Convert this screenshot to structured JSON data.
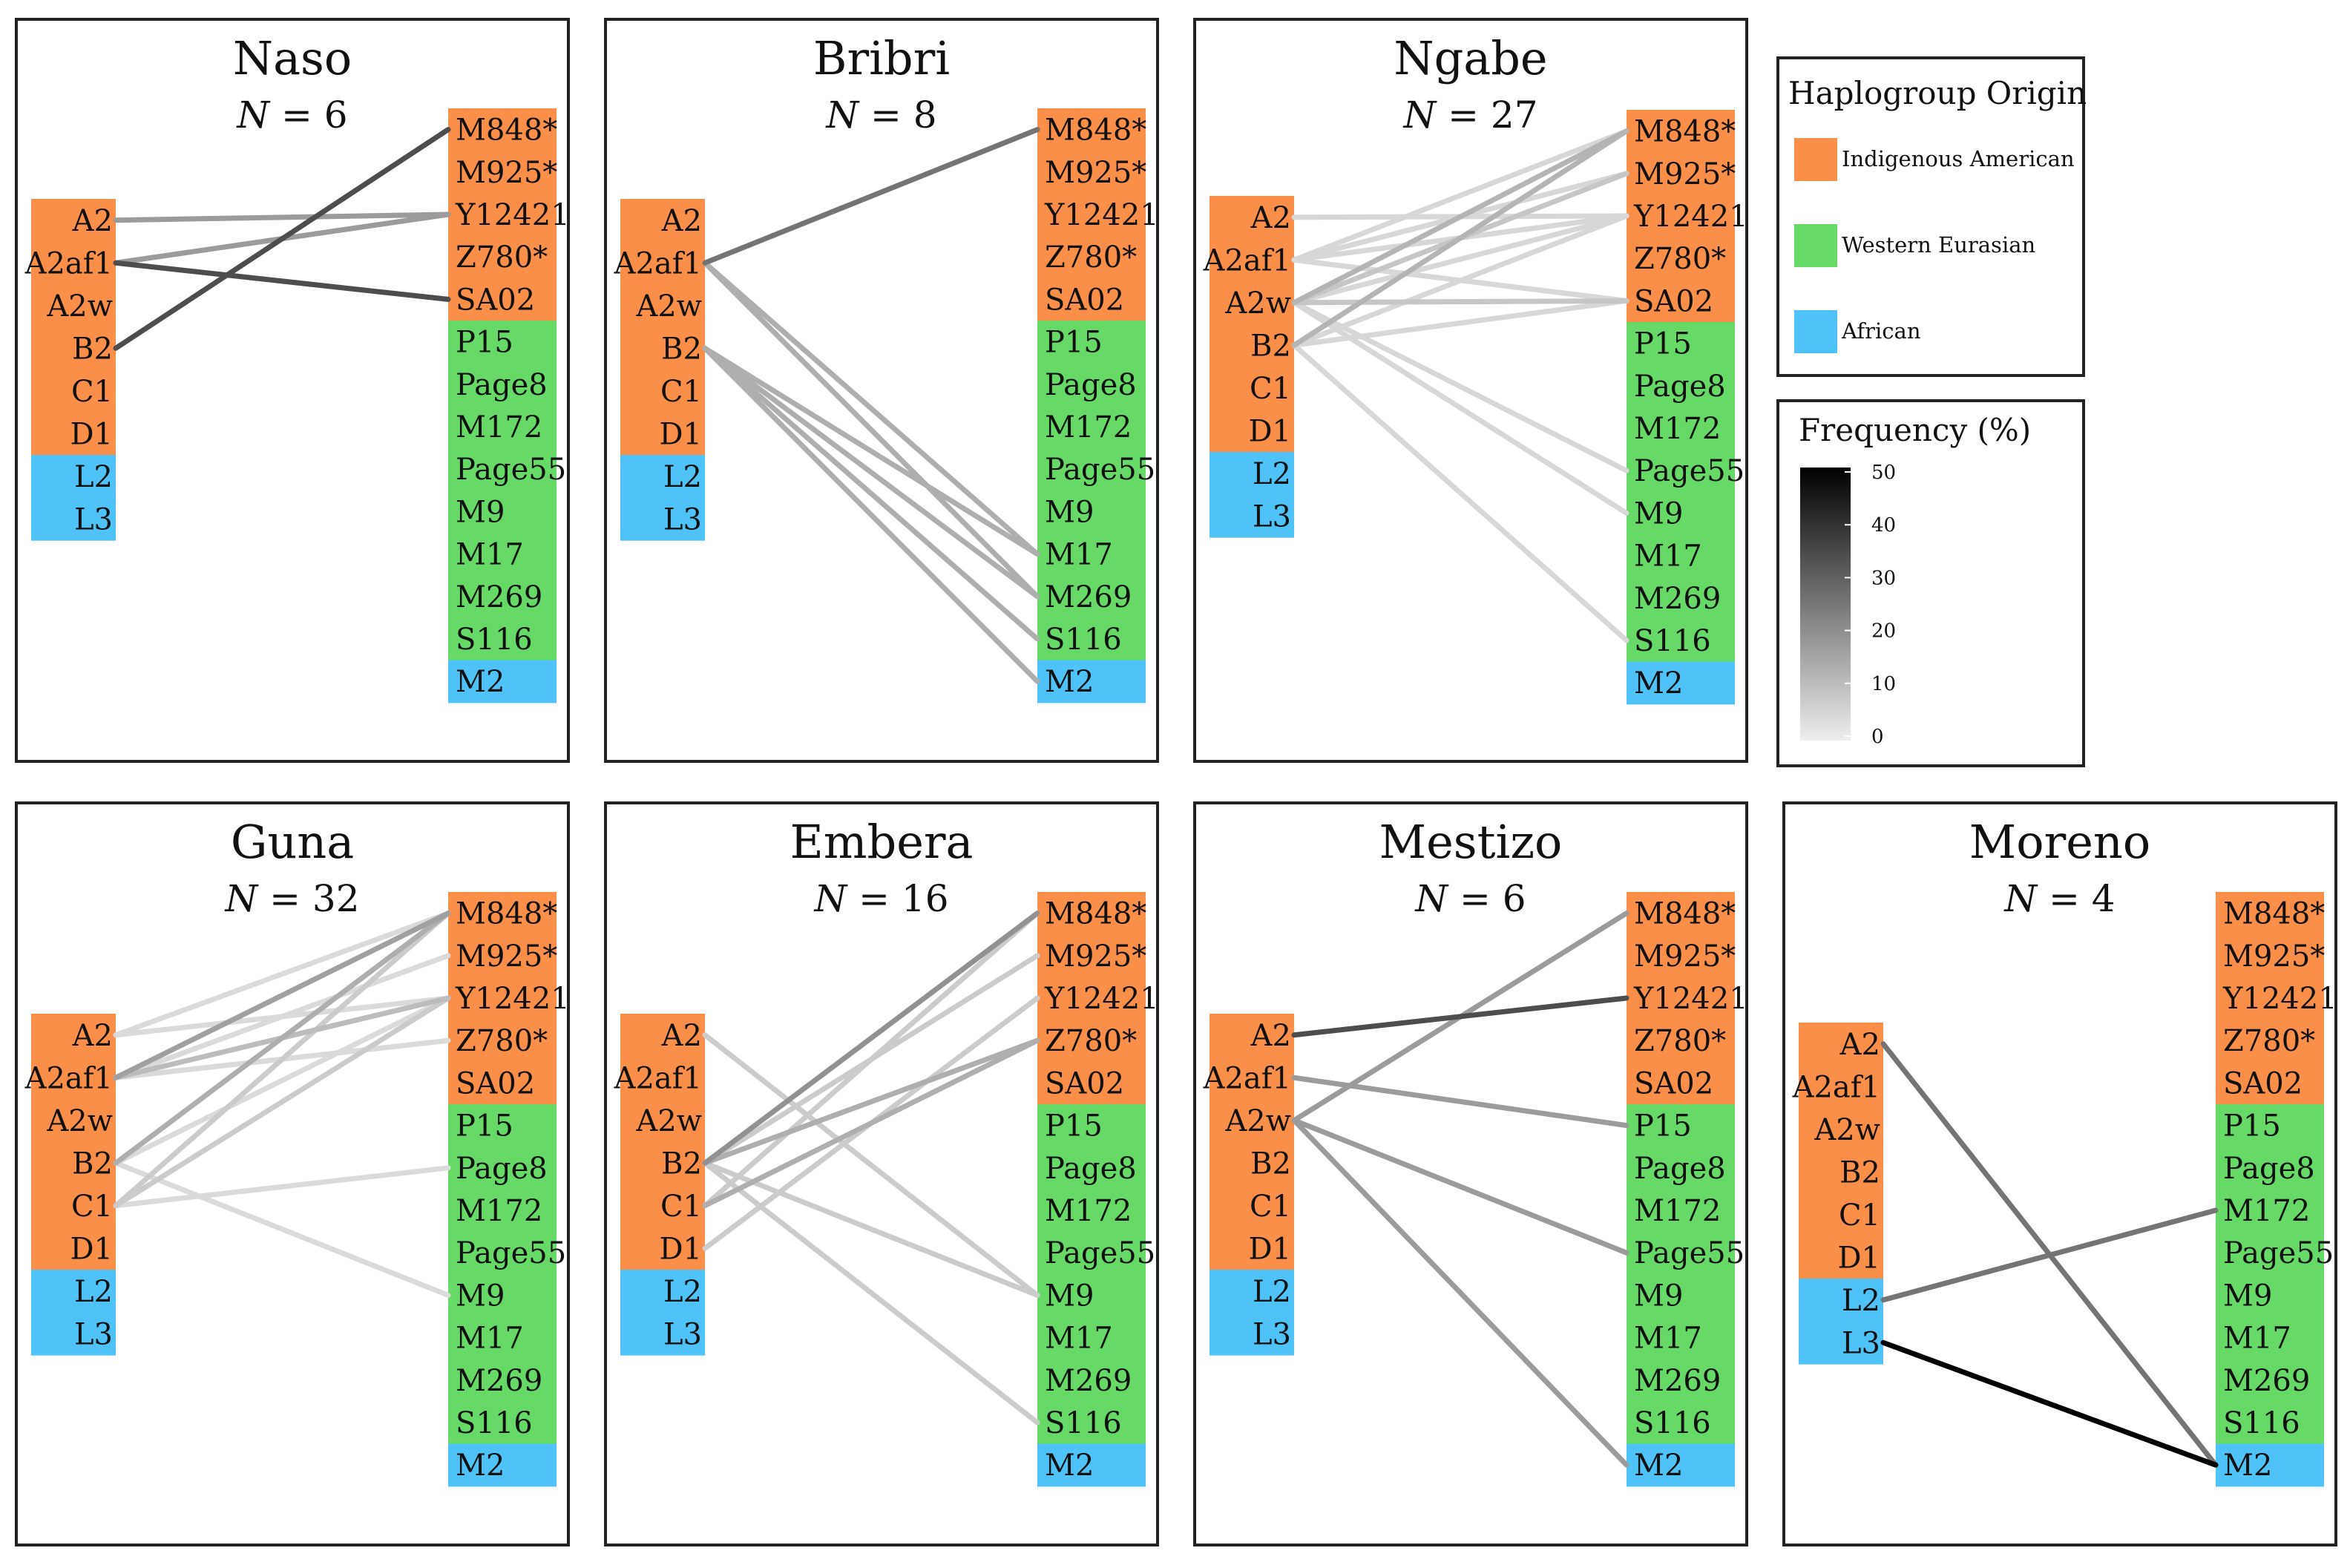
{
  "chart_data": {
    "type": "bipartite",
    "left_haplogroups": [
      {
        "name": "A2",
        "origin": "Indigenous American"
      },
      {
        "name": "A2af1",
        "origin": "Indigenous American"
      },
      {
        "name": "A2w",
        "origin": "Indigenous American"
      },
      {
        "name": "B2",
        "origin": "Indigenous American"
      },
      {
        "name": "C1",
        "origin": "Indigenous American"
      },
      {
        "name": "D1",
        "origin": "Indigenous American"
      },
      {
        "name": "L2",
        "origin": "African"
      },
      {
        "name": "L3",
        "origin": "African"
      }
    ],
    "right_haplogroups": [
      {
        "name": "M848*",
        "origin": "Indigenous American"
      },
      {
        "name": "M925*",
        "origin": "Indigenous American"
      },
      {
        "name": "Y12421",
        "origin": "Indigenous American"
      },
      {
        "name": "Z780*",
        "origin": "Indigenous American"
      },
      {
        "name": "SA02",
        "origin": "Indigenous American"
      },
      {
        "name": "P15",
        "origin": "Western Eurasian"
      },
      {
        "name": "Page8",
        "origin": "Western Eurasian"
      },
      {
        "name": "M172",
        "origin": "Western Eurasian"
      },
      {
        "name": "Page55",
        "origin": "Western Eurasian"
      },
      {
        "name": "M9",
        "origin": "Western Eurasian"
      },
      {
        "name": "M17",
        "origin": "Western Eurasian"
      },
      {
        "name": "M269",
        "origin": "Western Eurasian"
      },
      {
        "name": "S116",
        "origin": "Western Eurasian"
      },
      {
        "name": "M2",
        "origin": "African"
      }
    ],
    "panels": [
      {
        "title": "Naso",
        "n_label": "N = 6",
        "links": [
          {
            "from": "A2",
            "to": "Y12421",
            "frequency": 16.7
          },
          {
            "from": "A2af1",
            "to": "Y12421",
            "frequency": 16.7
          },
          {
            "from": "A2af1",
            "to": "SA02",
            "frequency": 33.3
          },
          {
            "from": "B2",
            "to": "M848*",
            "frequency": 33.3
          }
        ]
      },
      {
        "title": "Bribri",
        "n_label": "N = 8",
        "links": [
          {
            "from": "A2af1",
            "to": "M848*",
            "frequency": 25
          },
          {
            "from": "A2af1",
            "to": "M17",
            "frequency": 12.5
          },
          {
            "from": "A2af1",
            "to": "M269",
            "frequency": 12.5
          },
          {
            "from": "B2",
            "to": "M17",
            "frequency": 12.5
          },
          {
            "from": "B2",
            "to": "M269",
            "frequency": 12.5
          },
          {
            "from": "B2",
            "to": "S116",
            "frequency": 12.5
          },
          {
            "from": "B2",
            "to": "M2",
            "frequency": 12.5
          }
        ]
      },
      {
        "title": "Ngabe",
        "n_label": "N = 27",
        "links": [
          {
            "from": "A2",
            "to": "Y12421",
            "frequency": 3.7
          },
          {
            "from": "A2af1",
            "to": "M848*",
            "frequency": 3.7
          },
          {
            "from": "A2af1",
            "to": "M925*",
            "frequency": 3.7
          },
          {
            "from": "A2af1",
            "to": "Y12421",
            "frequency": 3.7
          },
          {
            "from": "A2af1",
            "to": "SA02",
            "frequency": 3.7
          },
          {
            "from": "A2w",
            "to": "M848*",
            "frequency": 11.1
          },
          {
            "from": "A2w",
            "to": "M925*",
            "frequency": 7.4
          },
          {
            "from": "A2w",
            "to": "Y12421",
            "frequency": 3.7
          },
          {
            "from": "A2w",
            "to": "SA02",
            "frequency": 7.4
          },
          {
            "from": "A2w",
            "to": "Page55",
            "frequency": 3.7
          },
          {
            "from": "A2w",
            "to": "M9",
            "frequency": 3.7
          },
          {
            "from": "B2",
            "to": "M848*",
            "frequency": 11.1
          },
          {
            "from": "B2",
            "to": "Y12421",
            "frequency": 3.7
          },
          {
            "from": "B2",
            "to": "SA02",
            "frequency": 3.7
          },
          {
            "from": "B2",
            "to": "S116",
            "frequency": 3.7
          }
        ]
      },
      {
        "title": "Guna",
        "n_label": "N = 32",
        "links": [
          {
            "from": "A2",
            "to": "M848*",
            "frequency": 3.1
          },
          {
            "from": "A2",
            "to": "Y12421",
            "frequency": 3.1
          },
          {
            "from": "A2af1",
            "to": "M848*",
            "frequency": 15.6
          },
          {
            "from": "A2af1",
            "to": "M925*",
            "frequency": 3.1
          },
          {
            "from": "A2af1",
            "to": "Y12421",
            "frequency": 9.4
          },
          {
            "from": "A2af1",
            "to": "Z780*",
            "frequency": 3.1
          },
          {
            "from": "B2",
            "to": "M848*",
            "frequency": 12.5
          },
          {
            "from": "B2",
            "to": "Y12421",
            "frequency": 3.1
          },
          {
            "from": "B2",
            "to": "M9",
            "frequency": 3.1
          },
          {
            "from": "C1",
            "to": "M848*",
            "frequency": 6.3
          },
          {
            "from": "C1",
            "to": "Y12421",
            "frequency": 6.3
          },
          {
            "from": "C1",
            "to": "Page8",
            "frequency": 3.1
          }
        ]
      },
      {
        "title": "Embera",
        "n_label": "N = 16",
        "links": [
          {
            "from": "A2",
            "to": "M9",
            "frequency": 6.3
          },
          {
            "from": "B2",
            "to": "M848*",
            "frequency": 18.8
          },
          {
            "from": "B2",
            "to": "M925*",
            "frequency": 6.3
          },
          {
            "from": "B2",
            "to": "Z780*",
            "frequency": 12.5
          },
          {
            "from": "B2",
            "to": "M9",
            "frequency": 6.3
          },
          {
            "from": "B2",
            "to": "S116",
            "frequency": 6.3
          },
          {
            "from": "C1",
            "to": "M848*",
            "frequency": 6.3
          },
          {
            "from": "C1",
            "to": "Z780*",
            "frequency": 12.5
          },
          {
            "from": "D1",
            "to": "Y12421",
            "frequency": 6.3
          }
        ]
      },
      {
        "title": "Mestizo",
        "n_label": "N = 6",
        "links": [
          {
            "from": "A2",
            "to": "Y12421",
            "frequency": 33.3
          },
          {
            "from": "A2af1",
            "to": "P15",
            "frequency": 16.7
          },
          {
            "from": "A2w",
            "to": "M848*",
            "frequency": 16.7
          },
          {
            "from": "A2w",
            "to": "Page55",
            "frequency": 16.7
          },
          {
            "from": "A2w",
            "to": "M2",
            "frequency": 16.7
          }
        ]
      },
      {
        "title": "Moreno",
        "n_label": "N = 4",
        "links": [
          {
            "from": "A2",
            "to": "M2",
            "frequency": 25
          },
          {
            "from": "L2",
            "to": "M172",
            "frequency": 25
          },
          {
            "from": "L3",
            "to": "M2",
            "frequency": 50
          }
        ]
      }
    ],
    "legend": {
      "origin_title": "Haplogroup Origin",
      "origins": [
        {
          "label": "Indigenous American",
          "color": "#F98F48"
        },
        {
          "label": "Western Eurasian",
          "color": "#66D966"
        },
        {
          "label": "African",
          "color": "#4FC3F7"
        }
      ],
      "frequency_title": "Frequency (%)",
      "frequency_ticks": [
        "50",
        "40",
        "30",
        "20",
        "10",
        "0"
      ],
      "frequency_range": [
        0,
        50
      ]
    }
  }
}
